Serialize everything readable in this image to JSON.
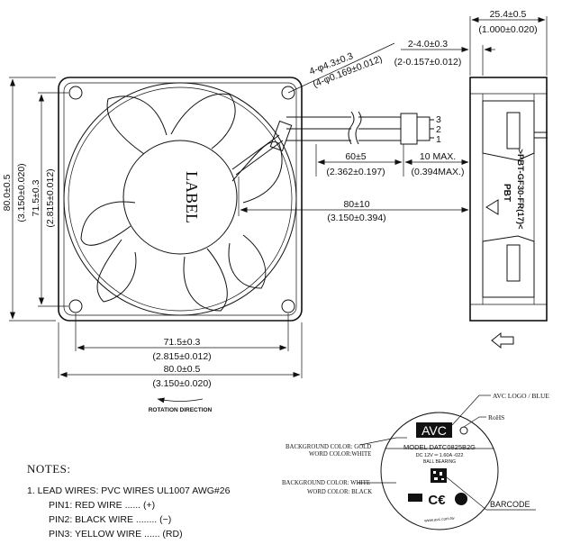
{
  "front_view": {
    "label_text": "LABEL",
    "hole_dia_mm": "4-φ4.3±0.3",
    "hole_dia_in": "(4-φ0.169±0.012)",
    "height_mm": "80.0±0.5",
    "height_in": "(3.150±0.020)",
    "hole_pitch_v_mm": "71.5±0.3",
    "hole_pitch_v_in": "(2.815±0.012)",
    "hole_pitch_h_mm": "71.5±0.3",
    "hole_pitch_h_in": "(2.815±0.012)",
    "width_mm": "80.0±0.5",
    "width_in": "(3.150±0.020)",
    "rotation": "ROTATION DIRECTION"
  },
  "wire": {
    "lead_mm": "60±5",
    "lead_in": "(2.362±0.197)",
    "strip_mm": "10 MAX.",
    "strip_in": "(0.394MAX.)",
    "total_mm": "80±10",
    "total_in": "(3.150±0.394)",
    "pins": [
      "3",
      "2",
      "1"
    ]
  },
  "side_view": {
    "depth_mm": "25.4±0.5",
    "depth_in": "(1.000±0.020)",
    "offset_mm": "2-4.0±0.3",
    "offset_in": "(2-0.157±0.012)",
    "material": ">PBT-GF30-FR(17)<",
    "recycle_code": "PBT"
  },
  "label": {
    "logo": "AVC",
    "model_line": "MODEL DATC0825B2G",
    "spec_line": "DC 12V ═ 1.60A -022",
    "spec_line2": "BALL   BEARING",
    "footer_text": "www.avc.com.tw",
    "callout_logo": "AVC LOGO / BLUE",
    "callout_rohs": "RoHS",
    "callout_bg_gold": "BACKGROUND COLOR: GOLD",
    "callout_word_white": "WORD COLOR:WHITE",
    "callout_bg_white": "BACKGROUND COLOR: WHITE",
    "callout_word_black": "WORD COLOR: BLACK",
    "callout_barcode": "BARCODE"
  },
  "notes": {
    "title": "NOTES:",
    "lead": "1. LEAD WIRES: PVC WIRES UL1007 AWG#26",
    "pin1": "PIN1: RED WIRE ...... (+)",
    "pin2": "PIN2: BLACK WIRE ........ (−)",
    "pin3": "PIN3: YELLOW WIRE ...... (RD)"
  }
}
